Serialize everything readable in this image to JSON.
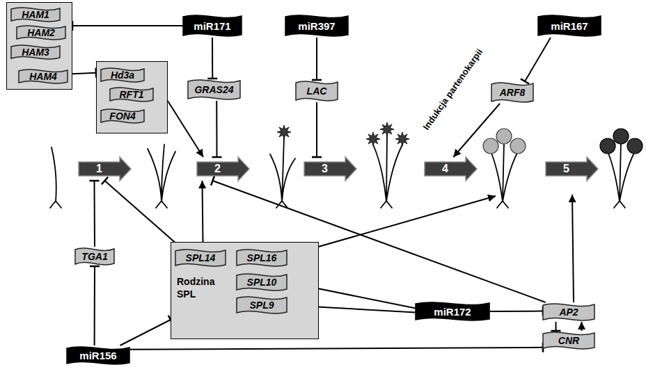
{
  "diagram": {
    "nodes": [
      {
        "text": []
      },
      {
        "text": [
          "HAM1"
        ],
        "in": 0
      },
      {
        "text": [
          "HAM2"
        ],
        "in": 0
      },
      {
        "text": [
          "HAM3"
        ],
        "in": 0
      },
      {
        "text": [
          "HAM4"
        ],
        "in": 0
      },
      {
        "text": [
          "miR171"
        ]
      },
      {
        "text": []
      },
      {
        "text": [
          "Hd3a"
        ],
        "in": 6
      },
      {
        "text": [
          "RFT1"
        ],
        "in": 6
      },
      {
        "text": [
          "FON4"
        ],
        "in": 6
      },
      {
        "text": [
          "GRAS24"
        ]
      },
      {
        "text": [
          "miR397"
        ]
      },
      {
        "text": [
          "LAC"
        ]
      },
      {
        "text": [
          "miR167"
        ]
      },
      {
        "text": [
          "ARF8"
        ]
      },
      {
        "text": [
          "1"
        ]
      },
      {
        "text": [
          "2"
        ]
      },
      {
        "text": [
          "3"
        ]
      },
      {
        "text": [
          "4"
        ]
      },
      {
        "text": [
          "5"
        ]
      },
      {
        "text": [
          "TGA1"
        ]
      },
      {
        "text": [
          "Rodzina SPL"
        ]
      },
      {
        "text": [
          "SPL14"
        ],
        "in": 21
      },
      {
        "text": [
          "SPL16"
        ],
        "in": 21
      },
      {
        "text": [
          "SPL10"
        ],
        "in": 21
      },
      {
        "text": [
          "SPL9"
        ],
        "in": 21
      },
      {
        "text": [
          "miR172"
        ]
      },
      {
        "text": [
          "AP2"
        ]
      },
      {
        "text": [
          "miR156"
        ]
      },
      {
        "text": [
          "CNR"
        ]
      }
    ],
    "edges": [
      {
        "from": 5,
        "to": 0,
        "arrow": "to"
      },
      {
        "from": 5,
        "to": 10,
        "arrow": "to"
      },
      {
        "from": 0,
        "to": 6,
        "arrow": "to"
      },
      {
        "from": 6,
        "to": 16,
        "arrow": "to"
      },
      {
        "from": 10,
        "to": 16,
        "arrow": "to"
      },
      {
        "from": 11,
        "to": 12,
        "arrow": "to"
      },
      {
        "from": 12,
        "to": 17,
        "arrow": "to"
      },
      {
        "from": 13,
        "to": 14,
        "arrow": "to"
      },
      {
        "from": 14,
        "to": 18,
        "arrow": "to"
      },
      {
        "from": 20,
        "to": 15,
        "arrow": "to"
      },
      {
        "from": 28,
        "to": 20,
        "arrow": "to"
      },
      {
        "from": 22,
        "to": 15,
        "arrow": "to"
      },
      {
        "from": 22,
        "to": 16,
        "arrow": "to"
      },
      {
        "from": 24,
        "to": 26,
        "arrow": "none"
      },
      {
        "from": 25,
        "to": 26,
        "arrow": "none"
      },
      {
        "from": 26,
        "to": 27,
        "arrow": "to"
      },
      {
        "from": 27,
        "to": 16,
        "arrow": "to"
      },
      {
        "from": 27,
        "to": 29,
        "arrow": "to"
      },
      {
        "from": 29,
        "to": 27,
        "arrow": "to"
      },
      {
        "from": 28,
        "to": 21,
        "arrow": "to"
      },
      {
        "from": 28,
        "to": 29,
        "arrow": "to"
      }
    ],
    "labels": [
      "Indukcja partenokarpii"
    ]
  }
}
